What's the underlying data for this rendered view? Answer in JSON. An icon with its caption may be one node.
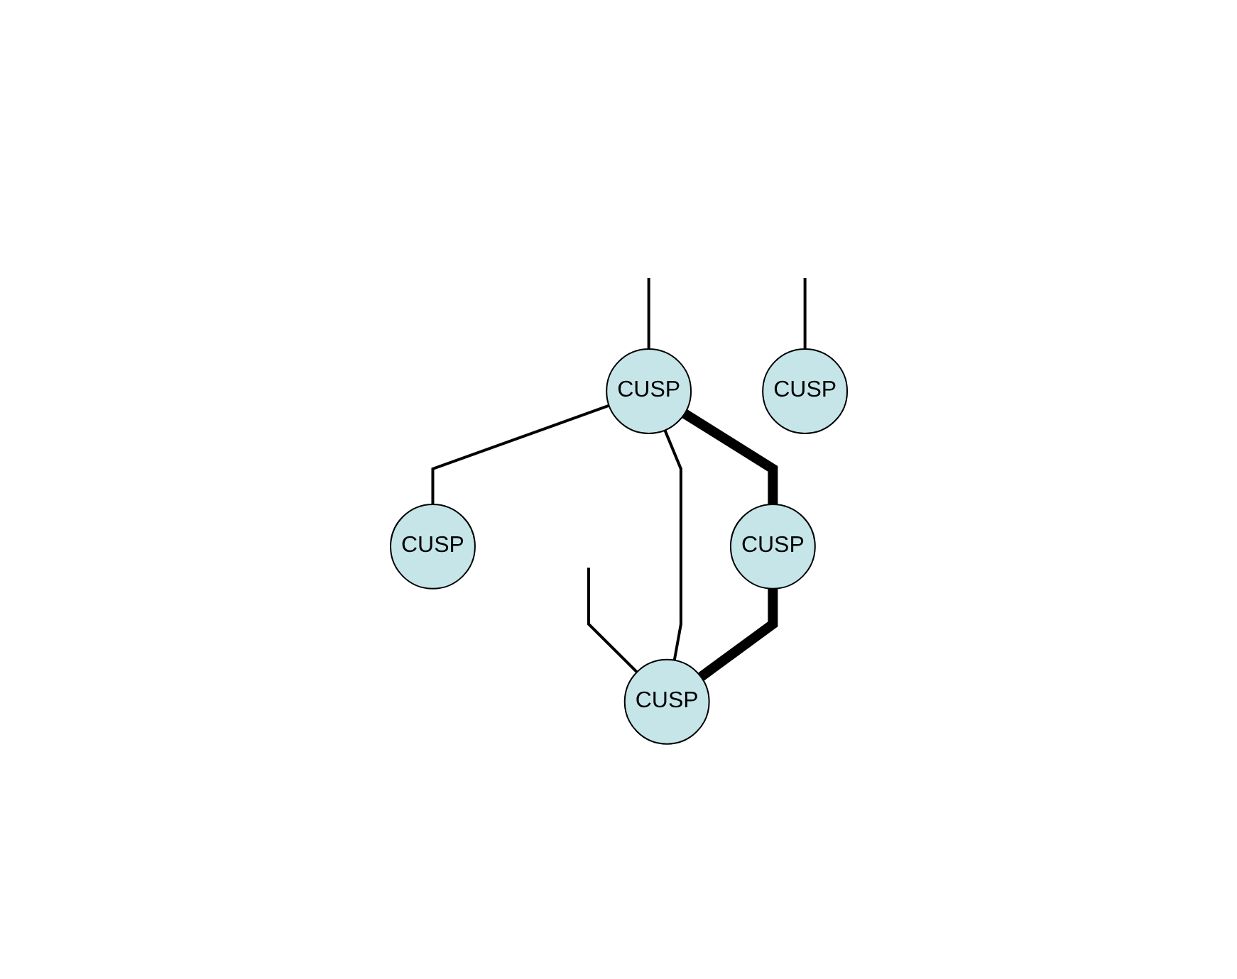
{
  "diagram": {
    "nodes": [
      {
        "text": [
          "CUSP"
        ]
      },
      {
        "text": [
          "CUSP"
        ]
      },
      {
        "text": [
          "CUSP"
        ]
      },
      {
        "text": [
          "CUSP"
        ]
      },
      {
        "text": [
          "CUSP"
        ]
      }
    ],
    "edges": [
      {
        "from": null,
        "to": 0,
        "arrow": "none"
      },
      {
        "from": null,
        "to": 1,
        "arrow": "none"
      },
      {
        "from": 0,
        "to": 1,
        "arrow": "none"
      },
      {
        "from": 0,
        "to": 2,
        "arrow": "none"
      },
      {
        "from": 0,
        "to": 3,
        "arrow": "none",
        "style": "thick"
      },
      {
        "from": 3,
        "to": 1,
        "arrow": "none",
        "style": "thick"
      },
      {
        "from": null,
        "to": 4,
        "arrow": "none"
      }
    ]
  }
}
